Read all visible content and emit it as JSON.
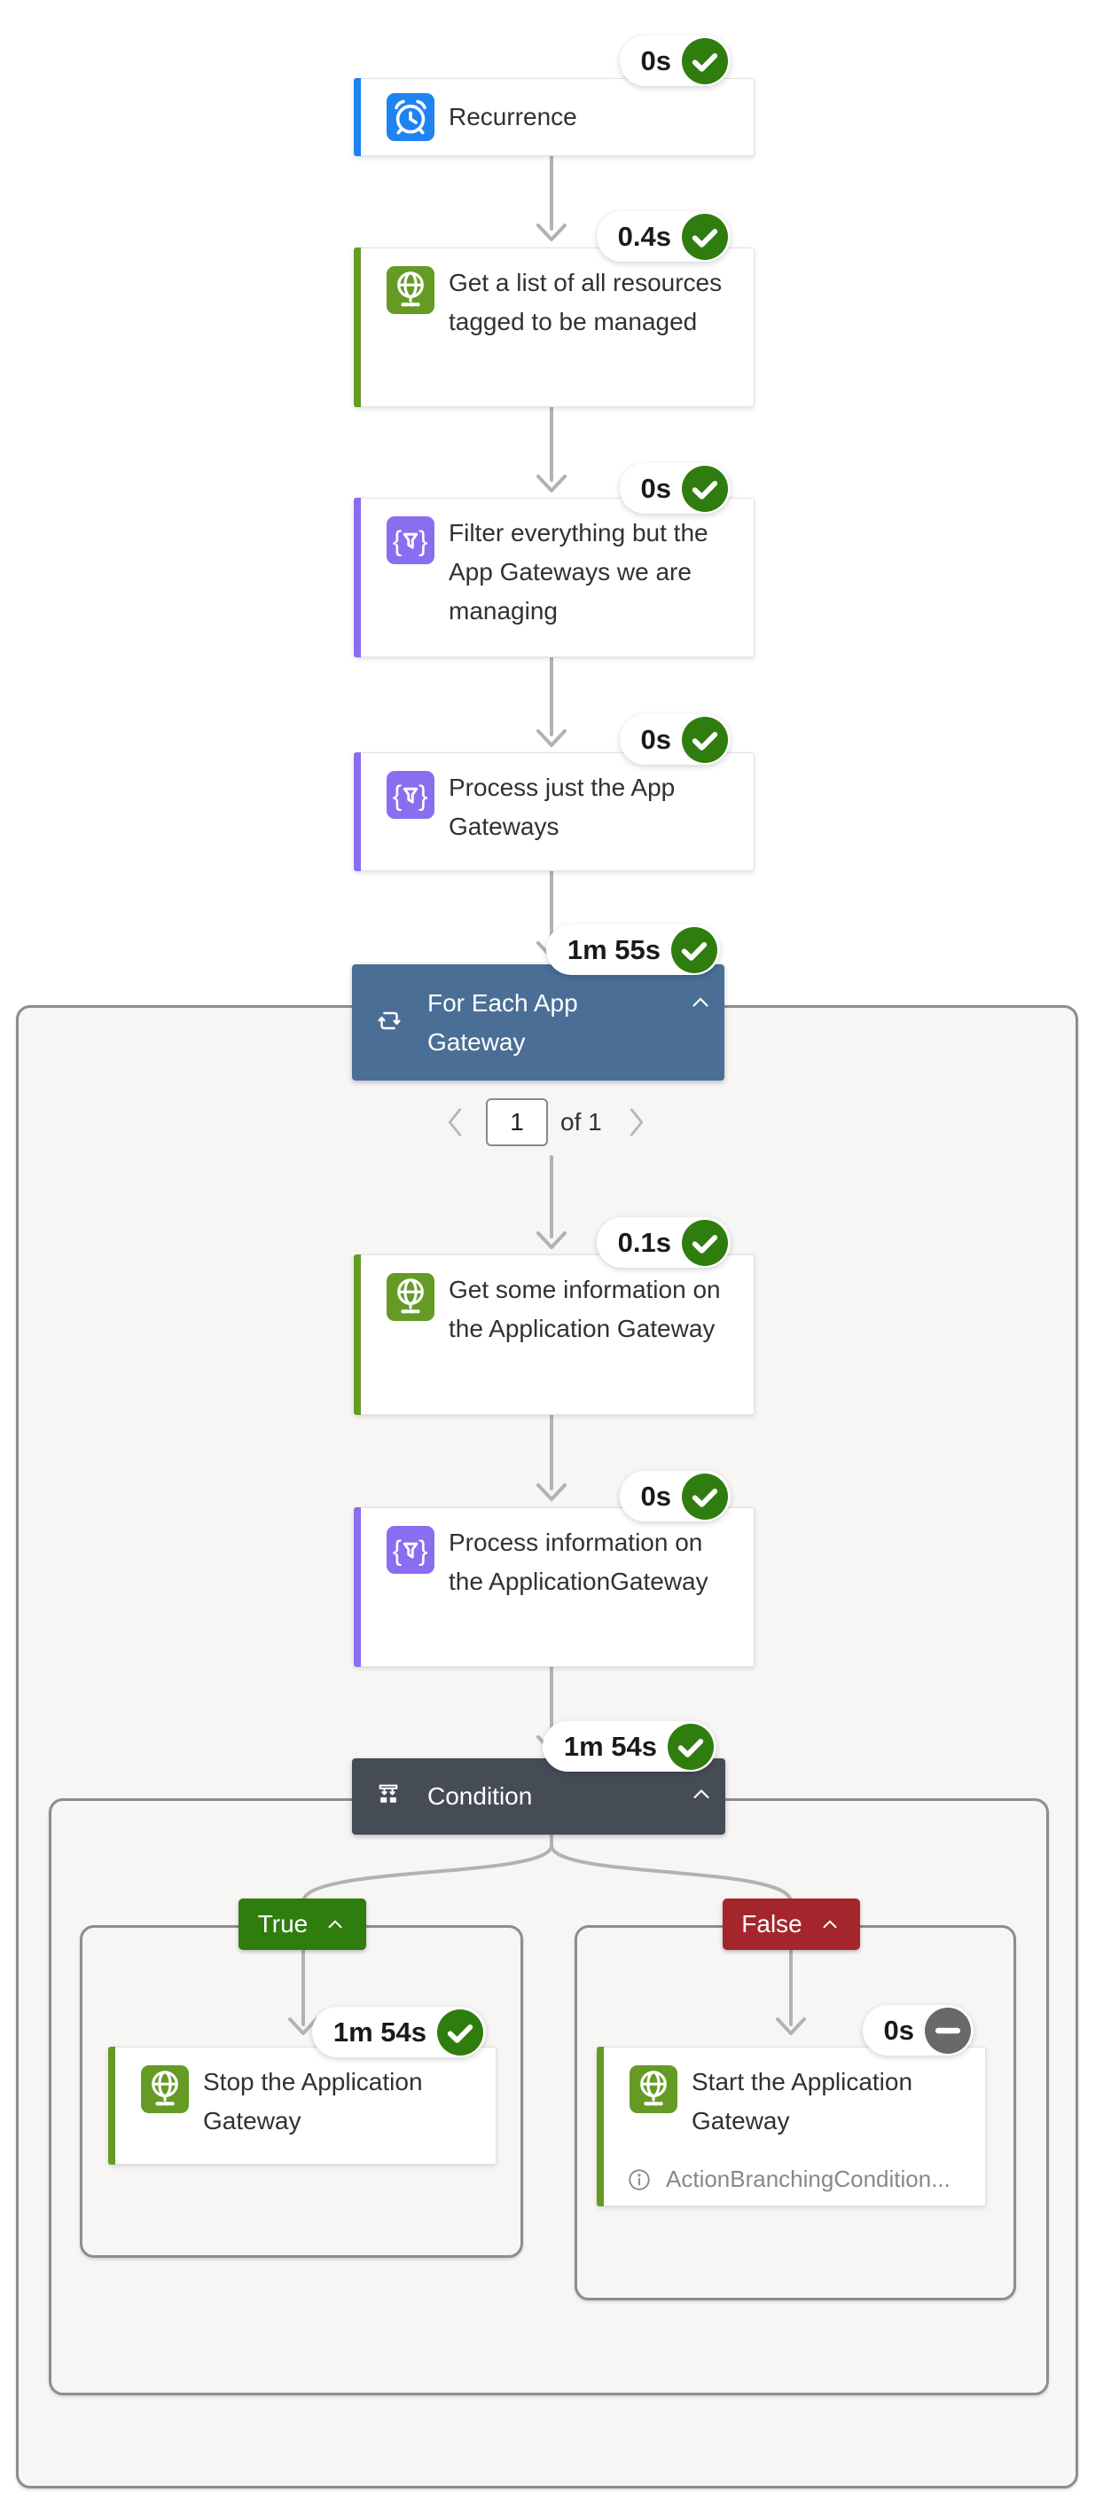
{
  "workflow": {
    "trigger": {
      "title": "Recurrence",
      "duration": "0s",
      "status": "Succeeded",
      "status_icon": "check-circle",
      "type_icon": "alarm-clock"
    },
    "actions": {
      "get_list": {
        "title": "Get a list of all resources tagged to be managed",
        "duration": "0.4s",
        "status": "Succeeded",
        "status_icon": "check-circle",
        "type_icon": "globe-http"
      },
      "filter": {
        "title": "Filter everything but the App Gateways we are managing",
        "duration": "0s",
        "status": "Succeeded",
        "status_icon": "check-circle",
        "type_icon": "braces-funnel"
      },
      "process_just": {
        "title": "Process just the App Gateways",
        "duration": "0s",
        "status": "Succeeded",
        "status_icon": "check-circle",
        "type_icon": "braces-funnel"
      },
      "for_each": {
        "title": "For Each App Gateway",
        "duration": "1m 55s",
        "status": "Succeeded",
        "status_icon": "check-circle",
        "type_icon": "loop"
      },
      "get_info": {
        "title": "Get some information on the Application Gateway",
        "duration": "0.1s",
        "status": "Succeeded",
        "status_icon": "check-circle",
        "type_icon": "globe-http"
      },
      "process_info": {
        "title": "Process information on the ApplicationGateway",
        "duration": "0s",
        "status": "Succeeded",
        "status_icon": "check-circle",
        "type_icon": "braces-funnel"
      },
      "condition": {
        "title": "Condition",
        "duration": "1m 54s",
        "status": "Succeeded",
        "status_icon": "check-circle",
        "type_icon": "branch-condition"
      },
      "stop": {
        "title": "Stop the Application Gateway",
        "duration": "1m 54s",
        "status": "Succeeded",
        "status_icon": "check-circle",
        "type_icon": "globe-http"
      },
      "start": {
        "title": "Start the Application Gateway",
        "duration": "0s",
        "status": "Skipped",
        "status_icon": "minus-circle",
        "type_icon": "globe-http",
        "note": "ActionBranchingCondition..."
      }
    },
    "branches": {
      "true_label": "True",
      "false_label": "False"
    },
    "pagination": {
      "value": "1",
      "of_label": "of 1"
    }
  },
  "colors": {
    "trigger_accent": "#1f83f2",
    "http_accent": "#659b25",
    "data_ops_accent": "#8a6ef0",
    "foreach_header": "#4a6e96",
    "condition_header": "#454c56",
    "success_green": "#2f7d0e",
    "skipped_gray": "#696969",
    "false_red": "#a4262c",
    "scope_background": "#f7f6f4",
    "connector_gray": "#b4b2b0"
  }
}
